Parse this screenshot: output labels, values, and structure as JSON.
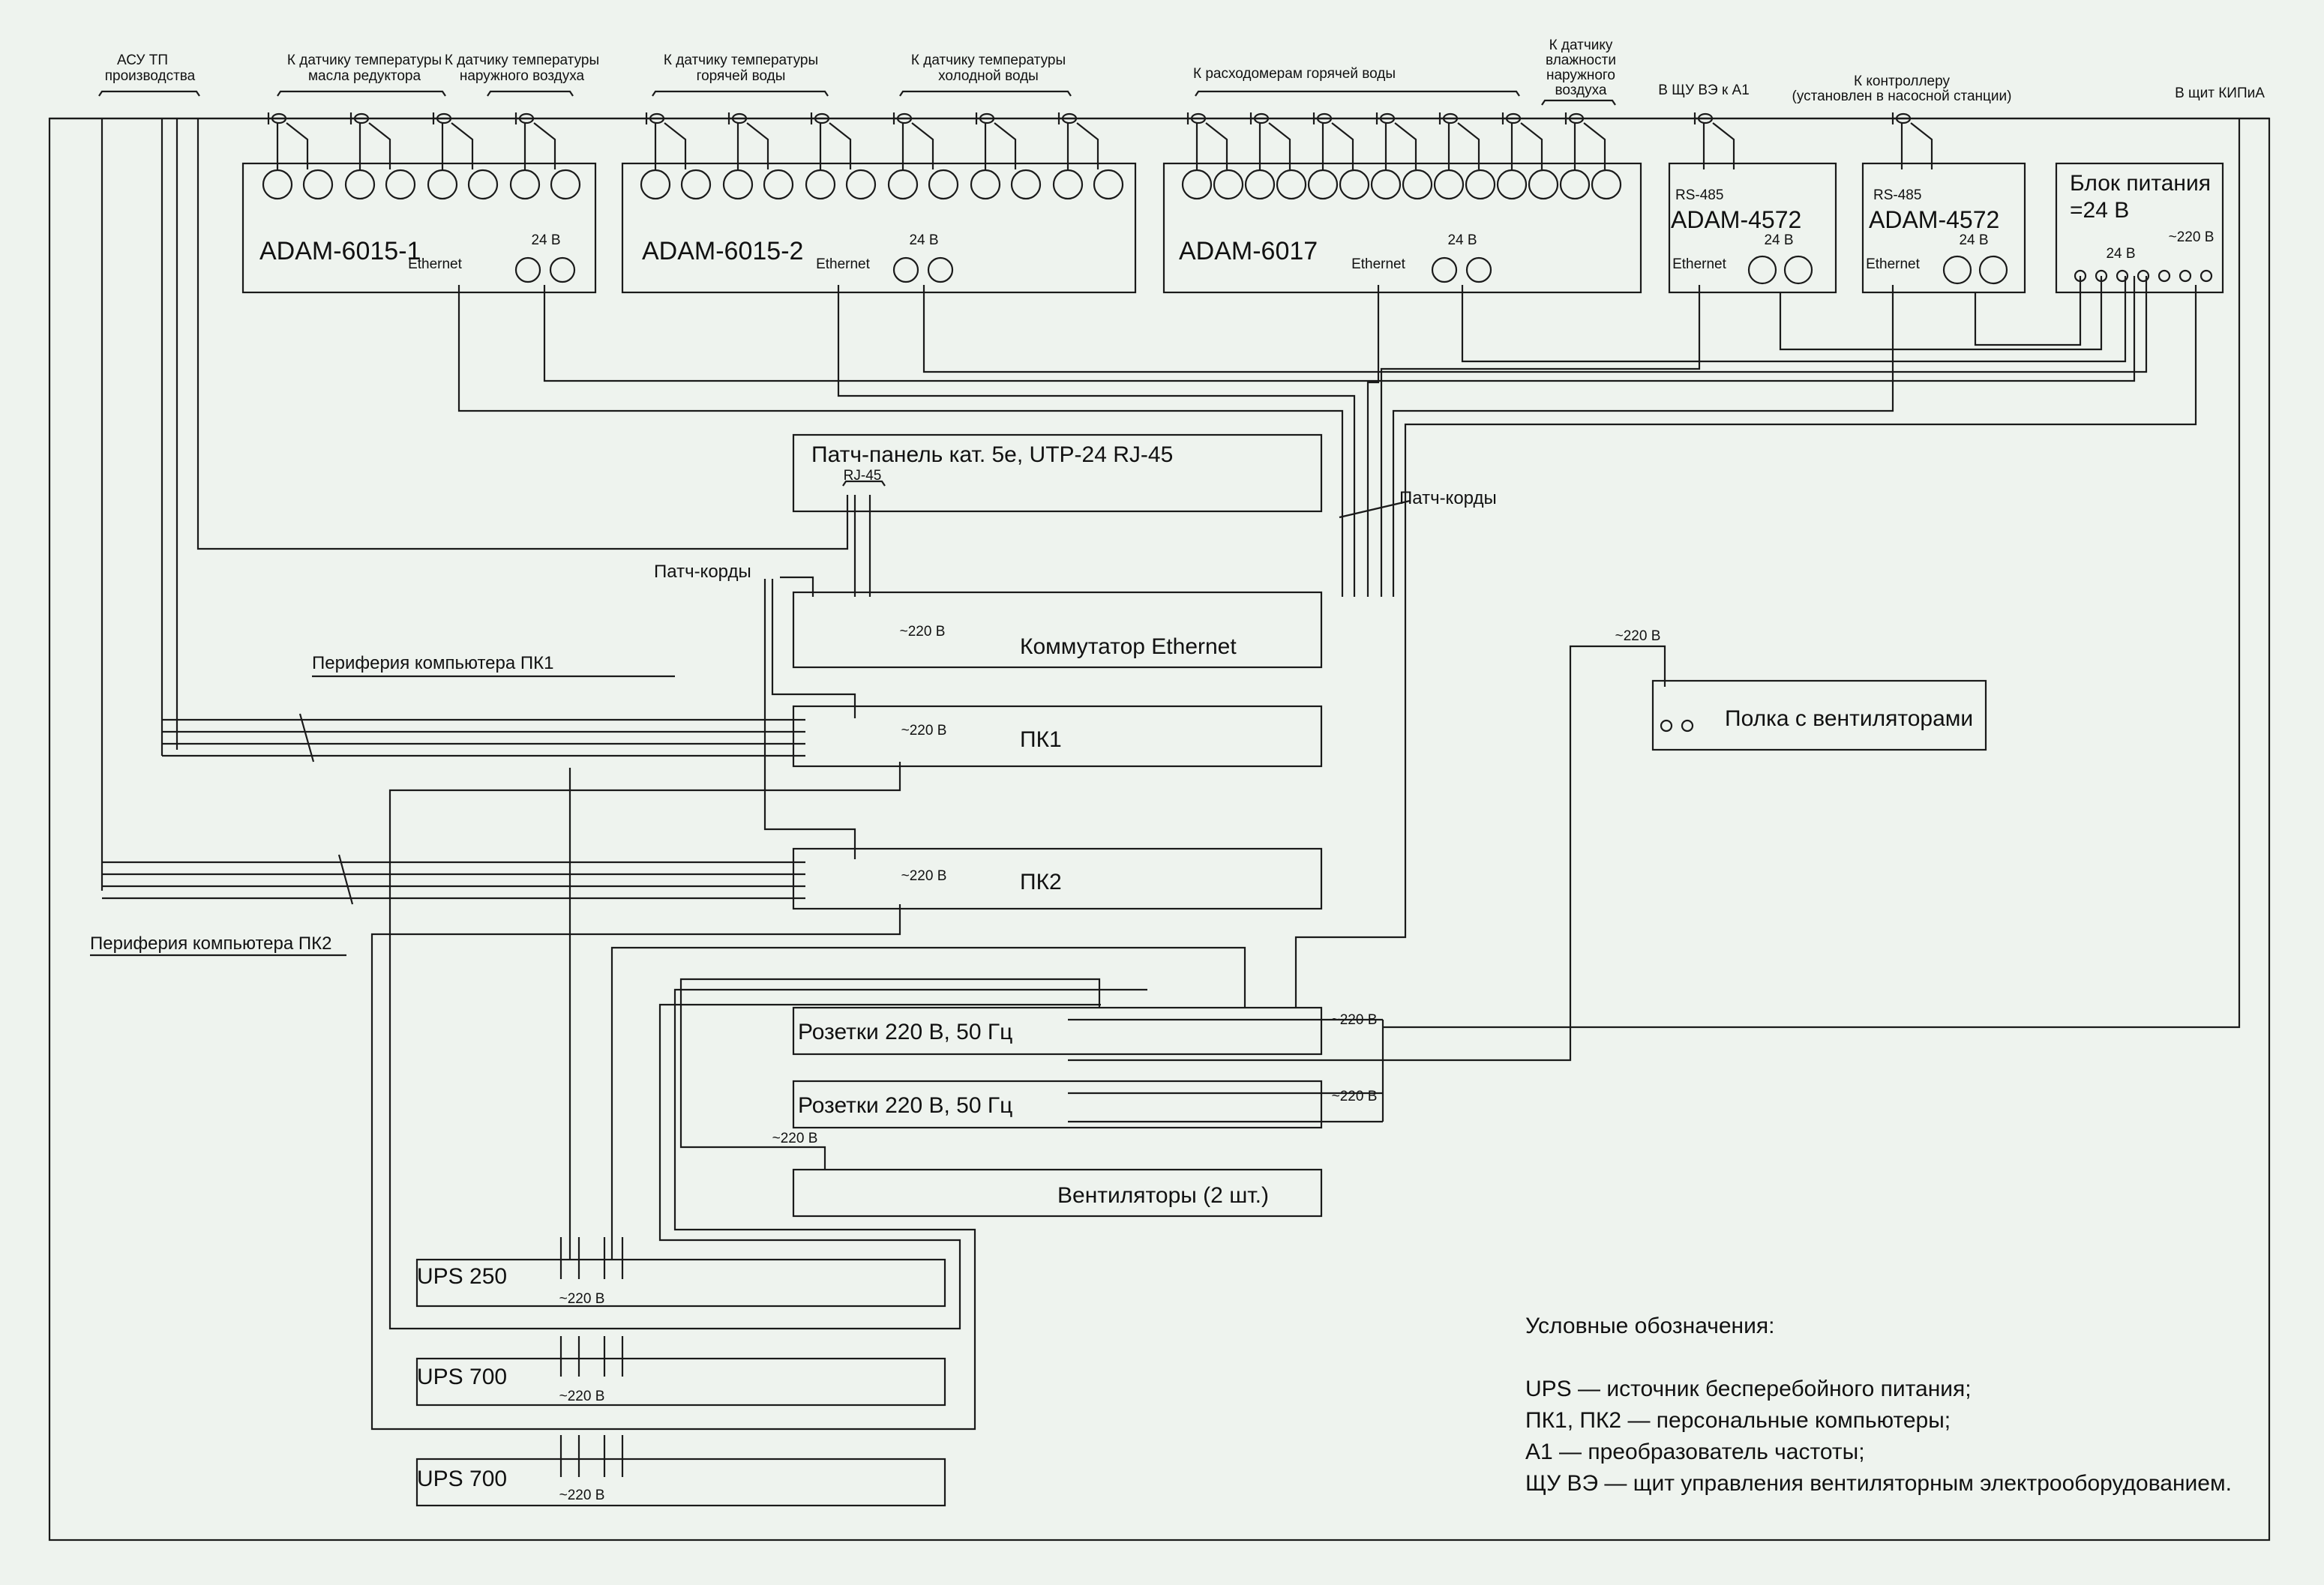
{
  "top_labels": {
    "asu": [
      "АСУ ТП",
      "производства"
    ],
    "oil_temp": [
      "К датчику температуры",
      "масла редуктора"
    ],
    "air_temp": [
      "К датчику температуры",
      "наружного воздуха"
    ],
    "hot_temp": [
      "К датчику температуры",
      "горячей воды"
    ],
    "cold_temp": [
      "К датчику температуры",
      "холодной воды"
    ],
    "hot_flow": "К расходомерам горячей воды",
    "humidity": [
      "К датчику",
      "влажности",
      "наружного",
      "воздуха"
    ],
    "shu": "В ЩУ ВЭ к А1",
    "controller": [
      "К контроллеру",
      "(установлен в насосной станции)"
    ],
    "kip": "В щит КИПиА"
  },
  "modules": {
    "adam1": "ADAM-6015-1",
    "adam2": "ADAM-6015-2",
    "adam3": "ADAM-6017",
    "adam4": "ADAM-4572",
    "adam5": "ADAM-4572",
    "psu": [
      "Блок питания",
      "=24 В"
    ]
  },
  "small": {
    "ethernet": "Ethernet",
    "v24": "24 В",
    "rs485": "RS-485",
    "v220": "~220 В",
    "rj45": "RJ-45"
  },
  "devices": {
    "patch_panel": "Патч-панель кат. 5е, UTP-24 RJ-45",
    "patch_cords": "Патч-корды",
    "switch": "Коммутатор Ethernet",
    "pc1": "ПК1",
    "pc2": "ПК2",
    "periph1": "Периферия компьютера ПК1",
    "periph2": "Периферия компьютера ПК2",
    "fan_shelf": "Полка с вентиляторами",
    "sockets1": "Розетки 220 В, 50 Гц",
    "sockets2": "Розетки 220 В, 50 Гц",
    "fans": "Вентиляторы (2 шт.)",
    "ups1": "UPS 250",
    "ups2": "UPS 700",
    "ups3": "UPS 700"
  },
  "legend": {
    "title": "Условные обозначения:",
    "lines": [
      "UPS — источник бесперебойного питания;",
      "ПК1, ПК2 — персональные компьютеры;",
      "А1 — преобразователь частоты;",
      "ЩУ ВЭ — щит управления вентиляторным электрооборудованием."
    ]
  }
}
